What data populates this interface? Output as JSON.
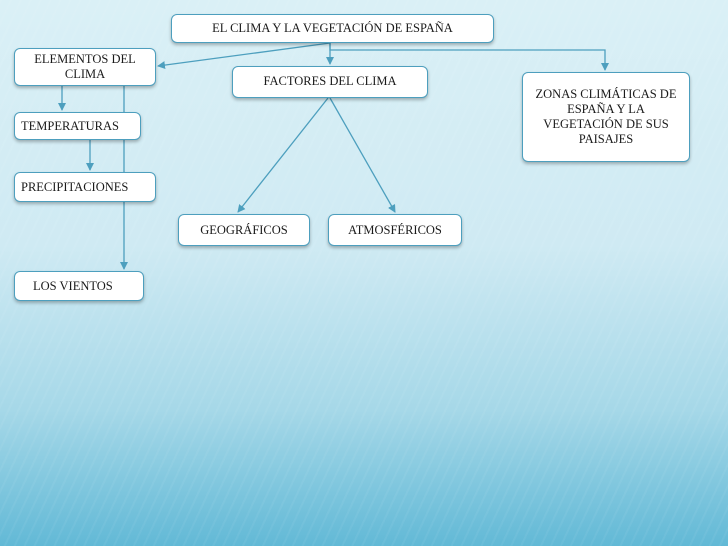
{
  "diagram": {
    "root": "EL CLIMA Y LA VEGETACIÓN DE ESPAÑA",
    "elementos": "ELEMENTOS DEL CLIMA",
    "factores": "FACTORES DEL CLIMA",
    "zonas": "ZONAS CLIMÁTICAS DE ESPAÑA Y LA VEGETACIÓN DE SUS PAISAJES",
    "temperaturas": "TEMPERATURAS",
    "precipitaciones": "PRECIPITACIONES",
    "vientos": "LOS VIENTOS",
    "geograficos": "GEOGRÁFICOS",
    "atmosfericos": "ATMOSFÉRICOS"
  },
  "colors": {
    "box_border": "#4d9fbe",
    "box_fill": "#ffffff",
    "connector": "#4d9fbe",
    "background_top": "#daf0f6",
    "background_bottom": "#62b9d6"
  }
}
